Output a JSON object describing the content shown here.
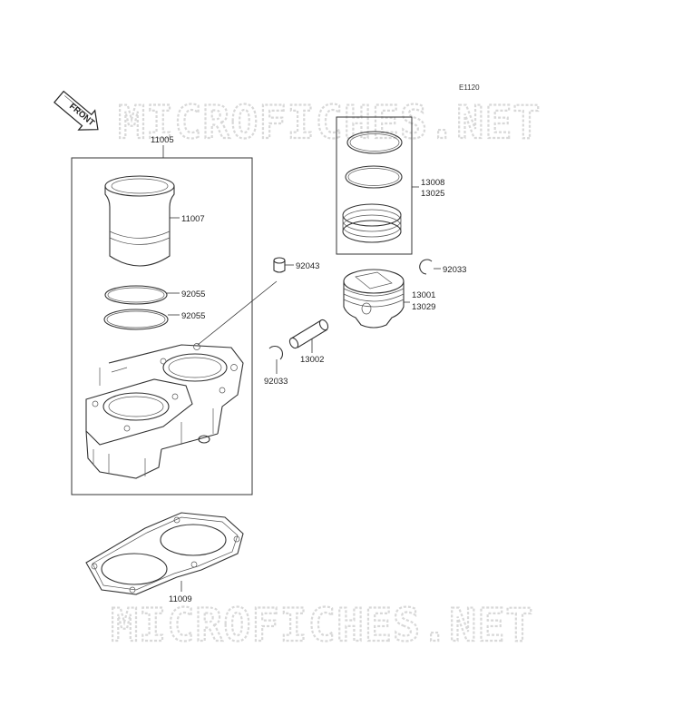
{
  "diagram": {
    "code": "E1120",
    "front_arrow_label": "FRONT",
    "watermark_text": "MICROFICHES.NET",
    "parts": {
      "cylinder_block_assembly": "11005",
      "cylinder_liner": "11007",
      "o_ring_upper": "92055",
      "o_ring_lower": "92055",
      "dowel_pin": "92043",
      "piston_ring_set_a": "13008",
      "piston_ring_set_b": "13025",
      "circlip_right": "92033",
      "piston_a": "13001",
      "piston_b": "13029",
      "piston_pin": "13002",
      "circlip_left": "92033",
      "cylinder_gasket": "11009"
    }
  }
}
